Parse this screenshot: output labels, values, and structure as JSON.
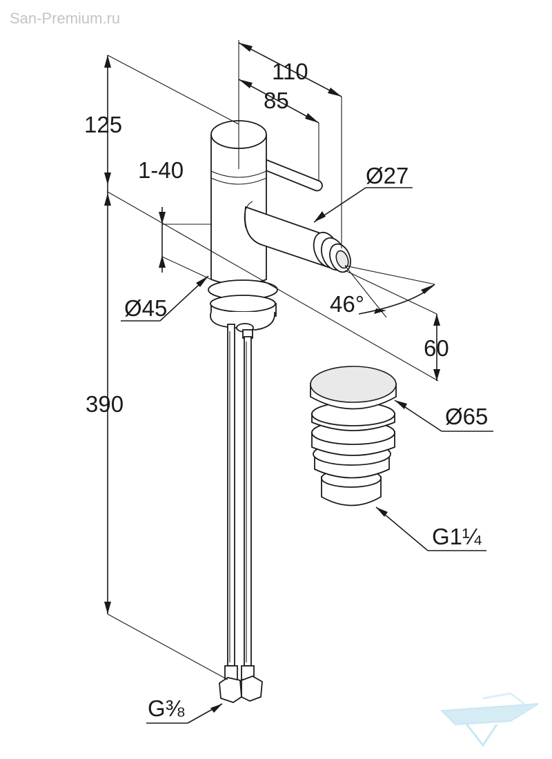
{
  "watermark": {
    "site": "San-Premium.ru",
    "logo": "bathtub-logo",
    "logo_color": "#bfe3f1"
  },
  "dimensions": {
    "width_total": "110",
    "width_lever": "85",
    "height_top": "125",
    "spout_diameter": "Ø27",
    "deck_thickness": "1-40",
    "base_diameter": "Ø45",
    "spray_angle": "46°",
    "spout_height": "60",
    "hose_length": "390",
    "drain_diameter": "Ø65",
    "drain_thread": "G1¼",
    "supply_thread": "G⅜"
  }
}
